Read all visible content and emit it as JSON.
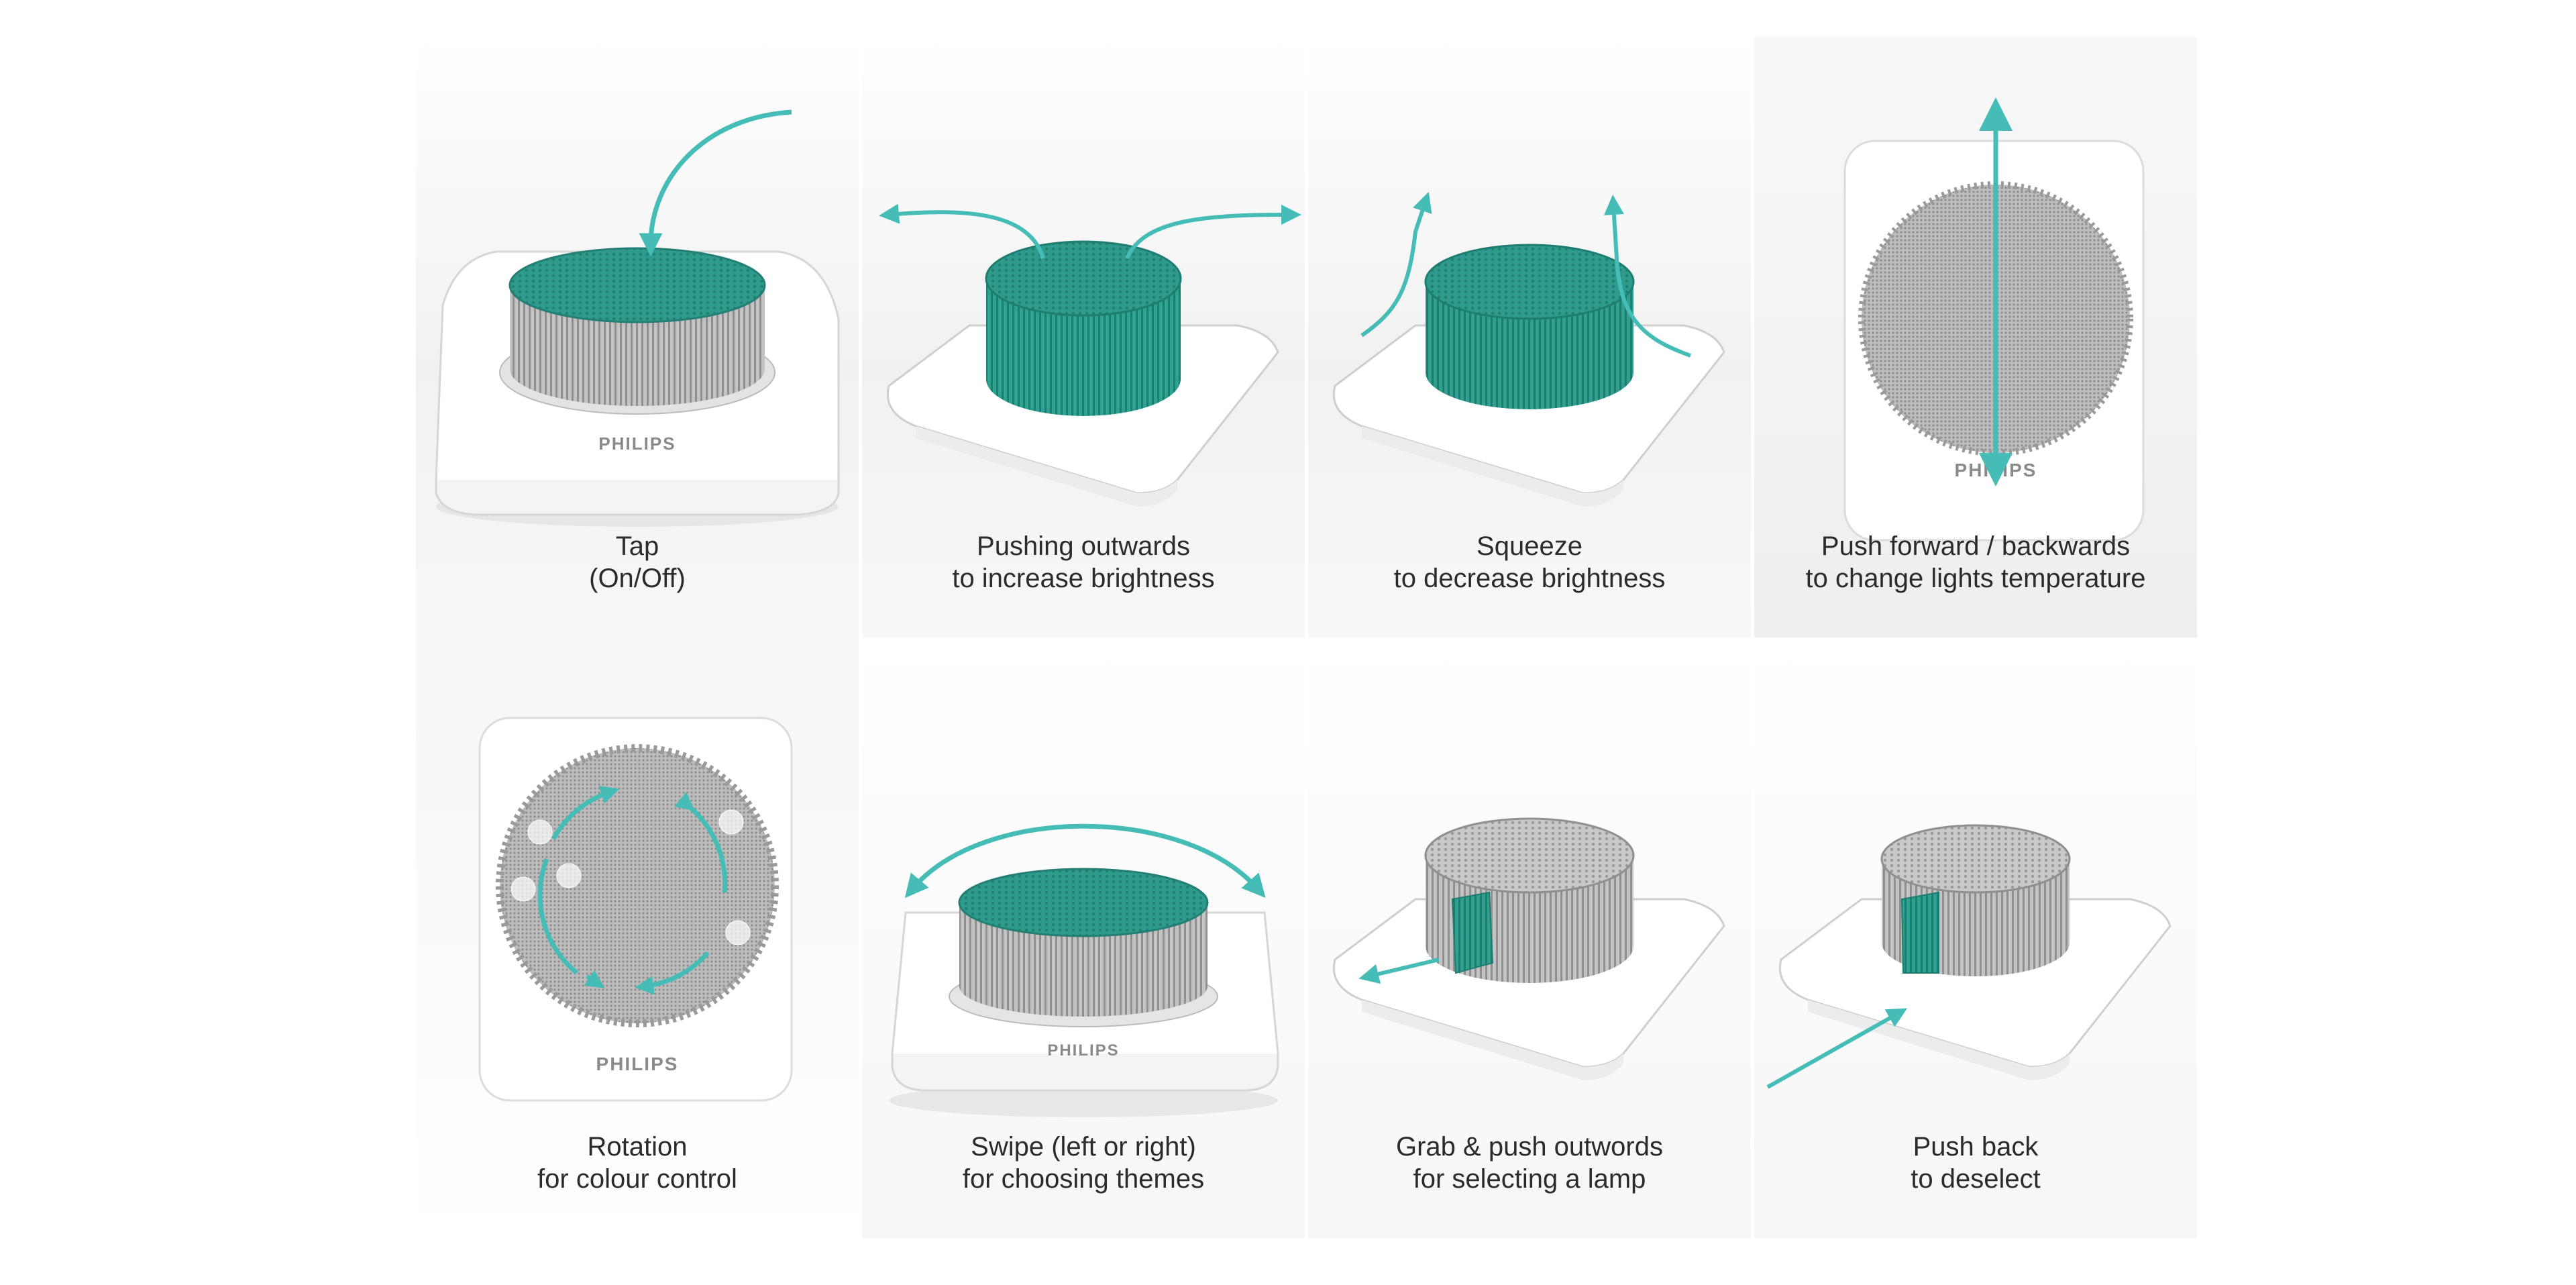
{
  "palette": {
    "teal": "#2e9b8c",
    "arrow": "#45bdb6",
    "grey": "#b9b9b9",
    "pad": "#ffffff",
    "label": "#8a8a8a"
  },
  "brand": "PHILIPS",
  "gestures": [
    {
      "icon": "tap-arrow-icon",
      "line1": "Tap",
      "line2": "(On/Off)"
    },
    {
      "icon": "push-outwards-arrows-icon",
      "line1": "Pushing outwards",
      "line2": "to increase brightness"
    },
    {
      "icon": "squeeze-arrows-icon",
      "line1": "Squeeze",
      "line2": "to decrease brightness"
    },
    {
      "icon": "forward-backward-arrow-icon",
      "line1": "Push forward / backwards",
      "line2": "to change lights temperature"
    },
    {
      "icon": "rotation-arrows-icon",
      "line1": "Rotation",
      "line2": "for colour control"
    },
    {
      "icon": "swipe-arrow-icon",
      "line1": "Swipe (left or right)",
      "line2": "for choosing themes"
    },
    {
      "icon": "grab-push-arrow-icon",
      "line1": "Grab & push outwords",
      "line2": "for selecting a lamp"
    },
    {
      "icon": "push-back-arrow-icon",
      "line1": "Push back",
      "line2": "to deselect"
    }
  ]
}
